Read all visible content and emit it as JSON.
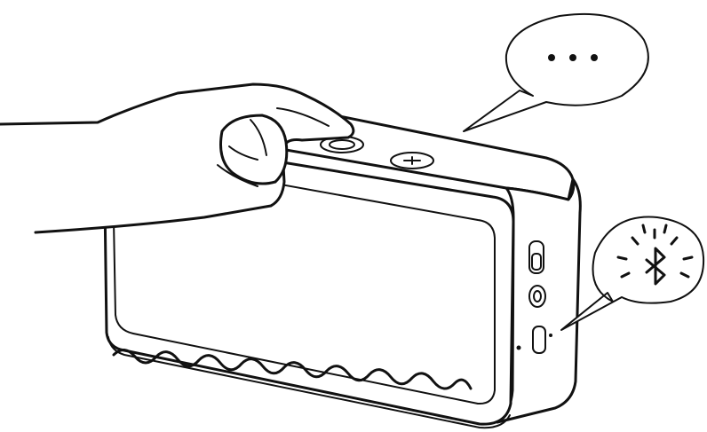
{
  "illustration": {
    "subject": "speaker",
    "action": "pressing-bluetooth-pairing-button",
    "speech_bubble_left": {
      "content": "ellipsis",
      "dot_count": 3
    },
    "speech_bubble_right": {
      "content": "bluetooth-icon-flashing"
    },
    "colors": {
      "line": "#111111",
      "background": "#ffffff"
    }
  }
}
